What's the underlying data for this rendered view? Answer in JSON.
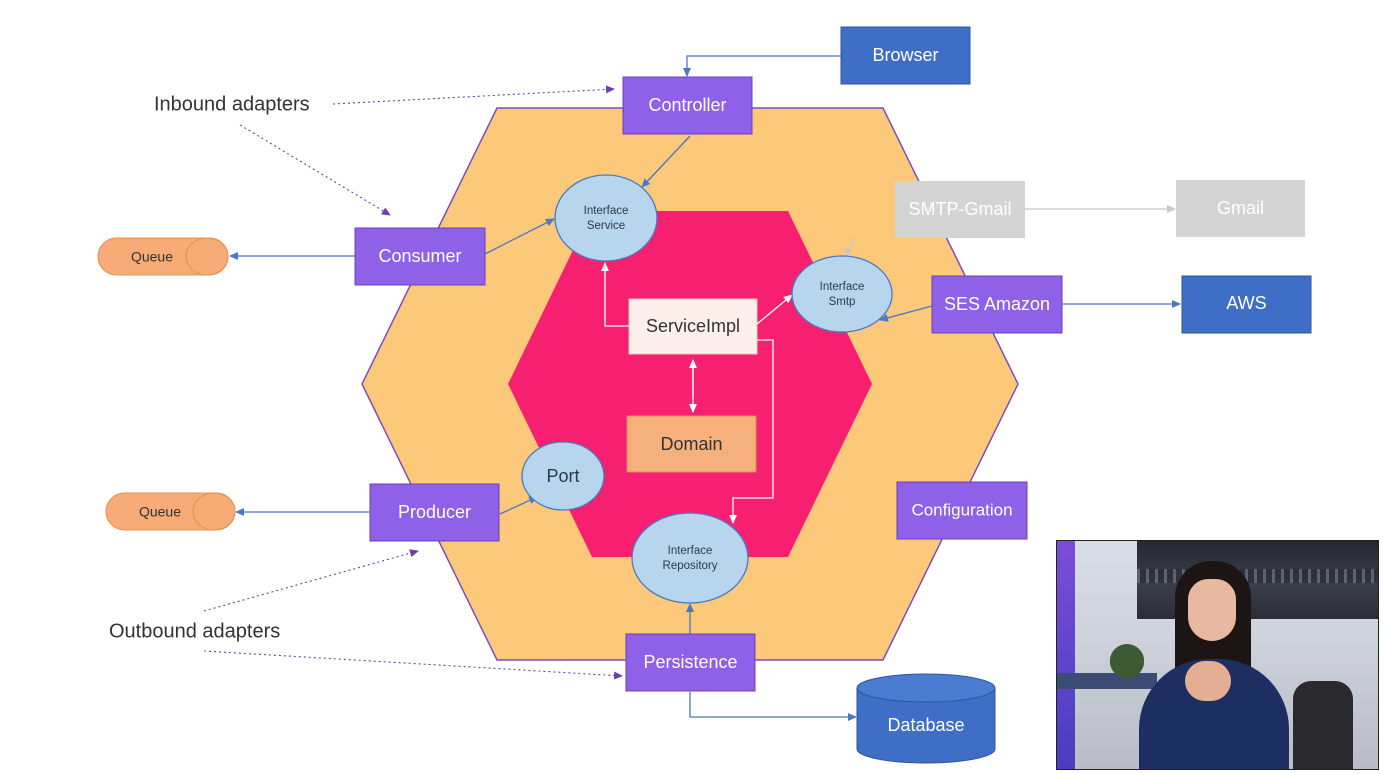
{
  "diagram": {
    "nodes": {
      "browser": "Browser",
      "controller": "Controller",
      "consumer": "Consumer",
      "producer": "Producer",
      "persistence": "Persistence",
      "configuration": "Configuration",
      "ses_amazon": "SES Amazon",
      "smtp_gmail": "SMTP-Gmail",
      "gmail": "Gmail",
      "aws": "AWS",
      "database": "Database",
      "queue_top": "Queue",
      "queue_bottom": "Queue",
      "service_impl": "ServiceImpl",
      "domain": "Domain",
      "port": "Port",
      "interface_service_1": "Interface",
      "interface_service_2": "Service",
      "interface_smtp_1": "Interface",
      "interface_smtp_2": "Smtp",
      "interface_repository_1": "Interface",
      "interface_repository_2": "Repository"
    },
    "annotations": {
      "inbound": "Inbound adapters",
      "outbound": "Outbound adapters"
    }
  },
  "colors": {
    "outer_hexagon": "#fcc97a",
    "inner_hexagon": "#f72070",
    "adapter_purple": "#8f60e8",
    "external_blue": "#3e6ec6",
    "interface_ellipse": "#b7d5ec",
    "queue_orange": "#f7ac78",
    "disabled_gray": "#d4d4d4",
    "domain_box": "#f6b07d",
    "service_impl_box": "#fdf0ec"
  }
}
